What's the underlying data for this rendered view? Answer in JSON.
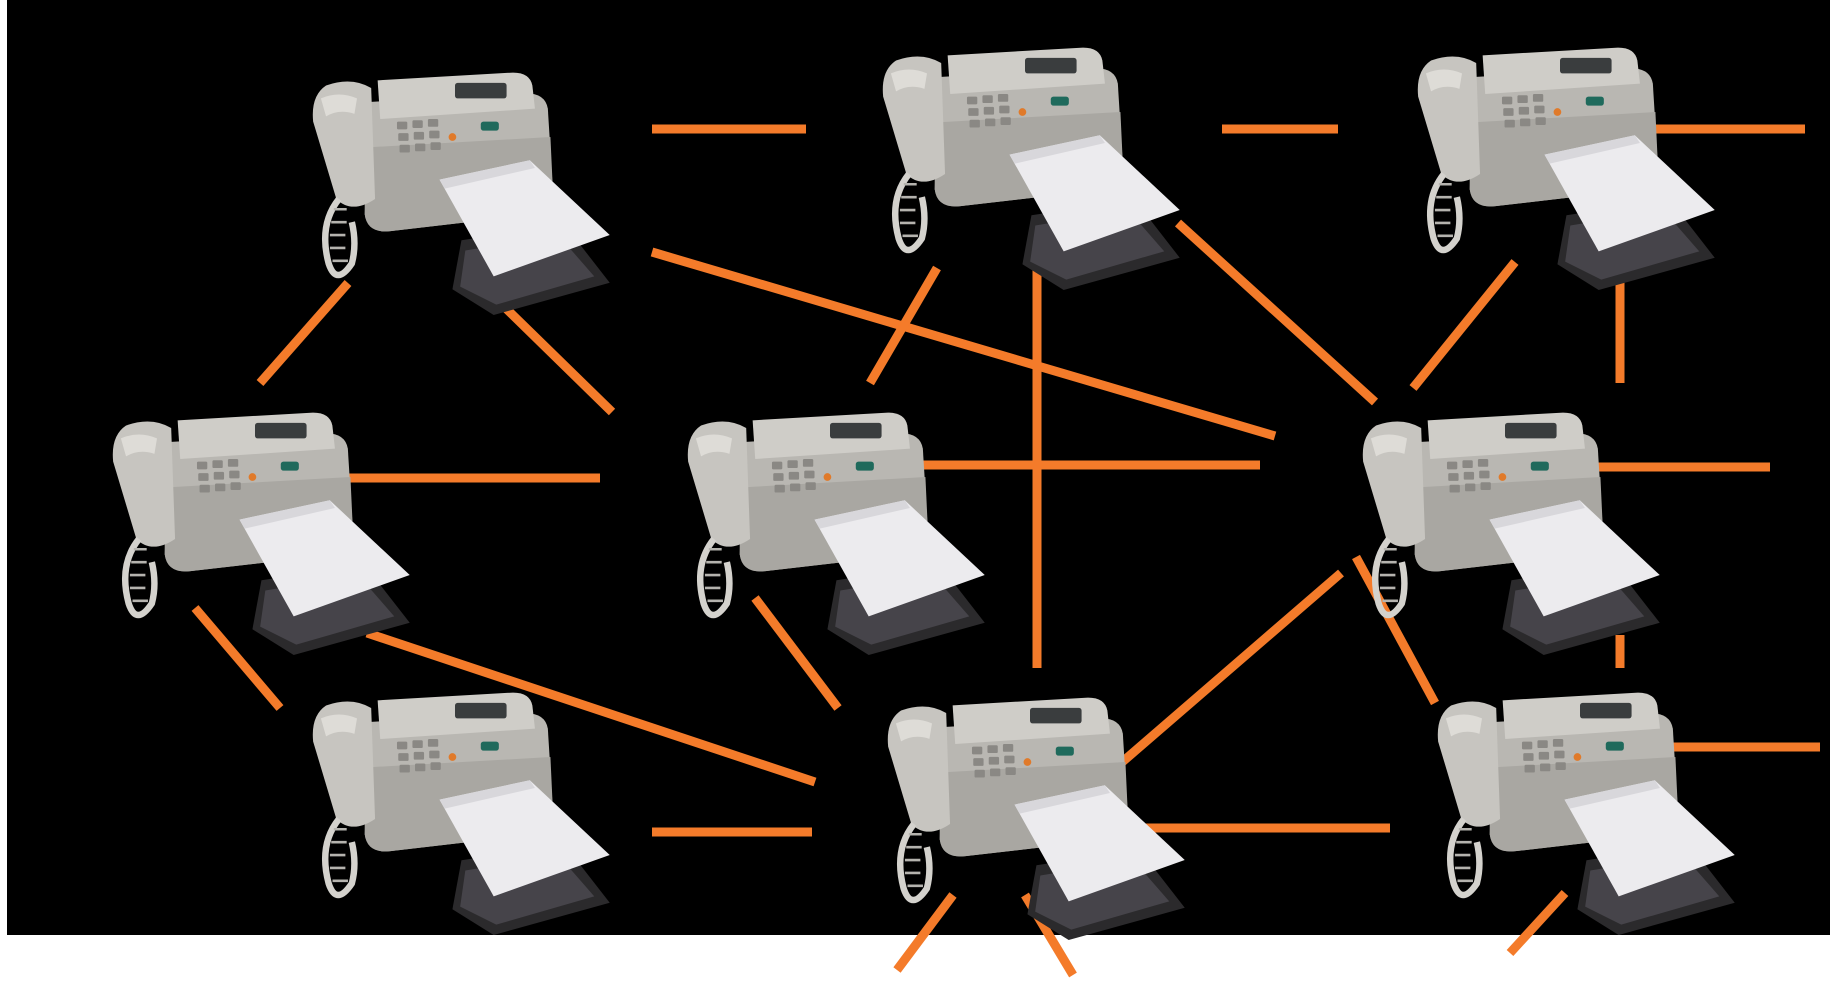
{
  "diagram": {
    "background_color": "#000000",
    "page_color": "#ffffff",
    "link_color": "#f47b2a",
    "node_icon": "fax-machine-icon",
    "nodes": [
      {
        "id": "fax-1"
      },
      {
        "id": "fax-2"
      },
      {
        "id": "fax-3"
      },
      {
        "id": "fax-4"
      },
      {
        "id": "fax-5"
      },
      {
        "id": "fax-6"
      },
      {
        "id": "fax-7"
      },
      {
        "id": "fax-8"
      },
      {
        "id": "fax-9"
      }
    ],
    "connections": [
      [
        "fax-1",
        "fax-2"
      ],
      [
        "fax-2",
        "fax-3"
      ],
      [
        "fax-1",
        "fax-4"
      ],
      [
        "fax-1",
        "fax-5"
      ],
      [
        "fax-1",
        "fax-6"
      ],
      [
        "fax-2",
        "fax-5"
      ],
      [
        "fax-2",
        "fax-8"
      ],
      [
        "fax-2",
        "fax-6"
      ],
      [
        "fax-3",
        "fax-6"
      ],
      [
        "fax-3",
        "fax-9"
      ],
      [
        "fax-4",
        "fax-5"
      ],
      [
        "fax-4",
        "fax-7"
      ],
      [
        "fax-4",
        "fax-8"
      ],
      [
        "fax-5",
        "fax-6"
      ],
      [
        "fax-5",
        "fax-8"
      ],
      [
        "fax-6",
        "fax-8"
      ],
      [
        "fax-6",
        "fax-9"
      ],
      [
        "fax-7",
        "fax-8"
      ],
      [
        "fax-8",
        "fax-9"
      ]
    ]
  }
}
